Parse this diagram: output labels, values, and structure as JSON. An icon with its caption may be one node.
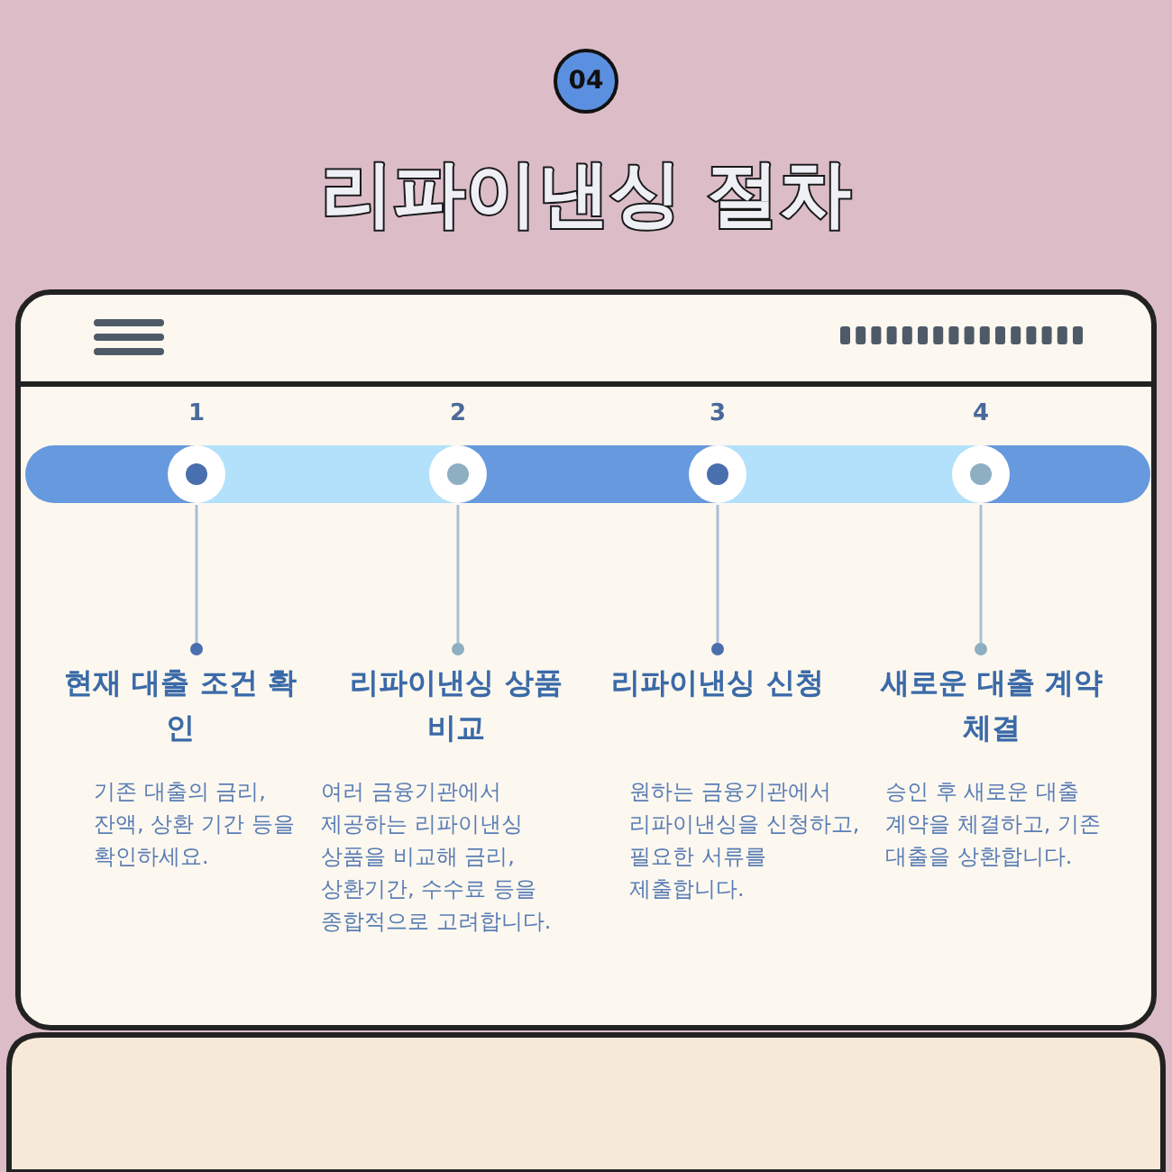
{
  "diagram": {
    "title": "리파이낸싱 절차",
    "nodes": [
      {
        "text": [
          "04"
        ]
      },
      {
        "text": [],
        "shape": "circle",
        "beside": [
          "1"
        ]
      },
      {
        "text": [],
        "shape": "circle",
        "beside": [
          "2"
        ]
      },
      {
        "text": [],
        "shape": "circle",
        "beside": [
          "3"
        ]
      },
      {
        "text": [],
        "shape": "circle",
        "beside": [
          "4"
        ]
      },
      {
        "text": [
          "현재 대출 조건 확인",
          "기존 대출의 금리, 잔액, 상환 기간 등을 확인하세요."
        ]
      },
      {
        "text": [
          "리파이낸싱 상품 비교",
          "여러 금융기관에서 제공하는 리파이낸싱 상품을 비교해 금리, 상환기간, 수수료 등을 종합적으로 고려합니다."
        ]
      },
      {
        "text": [
          "리파이낸싱 신청",
          "원하는 금융기관에서 리파이낸싱을 신청하고, 필요한 서류를 제출합니다."
        ]
      },
      {
        "text": [
          "새로운 대출 계약 체결",
          "승인 후 새로운 대출 계약을 체결하고, 기존 대출을 상환합니다."
        ]
      }
    ],
    "edges": [
      {
        "from": 1,
        "to": 5,
        "arrow": "other"
      },
      {
        "from": 2,
        "to": 6,
        "arrow": "other"
      },
      {
        "from": 3,
        "to": 7,
        "arrow": "other"
      },
      {
        "from": 4,
        "to": 8,
        "arrow": "other"
      }
    ]
  }
}
